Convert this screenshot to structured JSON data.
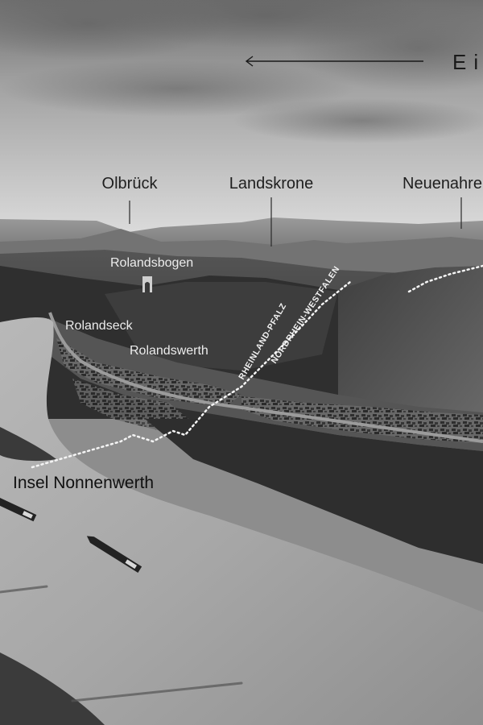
{
  "direction": {
    "label": "Ei",
    "arrow": "arrow-left"
  },
  "peaks": [
    {
      "name": "Olbrück"
    },
    {
      "name": "Landskrone"
    },
    {
      "name": "Neuenahrer"
    }
  ],
  "places": {
    "rolandsbogen": "Rolandsbogen",
    "rolandseck": "Rolandseck",
    "rolandswerth": "Rolandswerth",
    "island": "Insel Nonnenwerth"
  },
  "border": {
    "south_state": "RHEINLAND-PFALZ",
    "north_state": "NORDRHEIN-WESTFALEN"
  },
  "colors": {
    "sky_top": "#7b7b7b",
    "sky_bottom": "#d6d6d6",
    "river": "#a9a9a9",
    "hills_dark": "#3a3a3a",
    "label_dark": "#1f1f1f",
    "label_light": "#ececec"
  }
}
